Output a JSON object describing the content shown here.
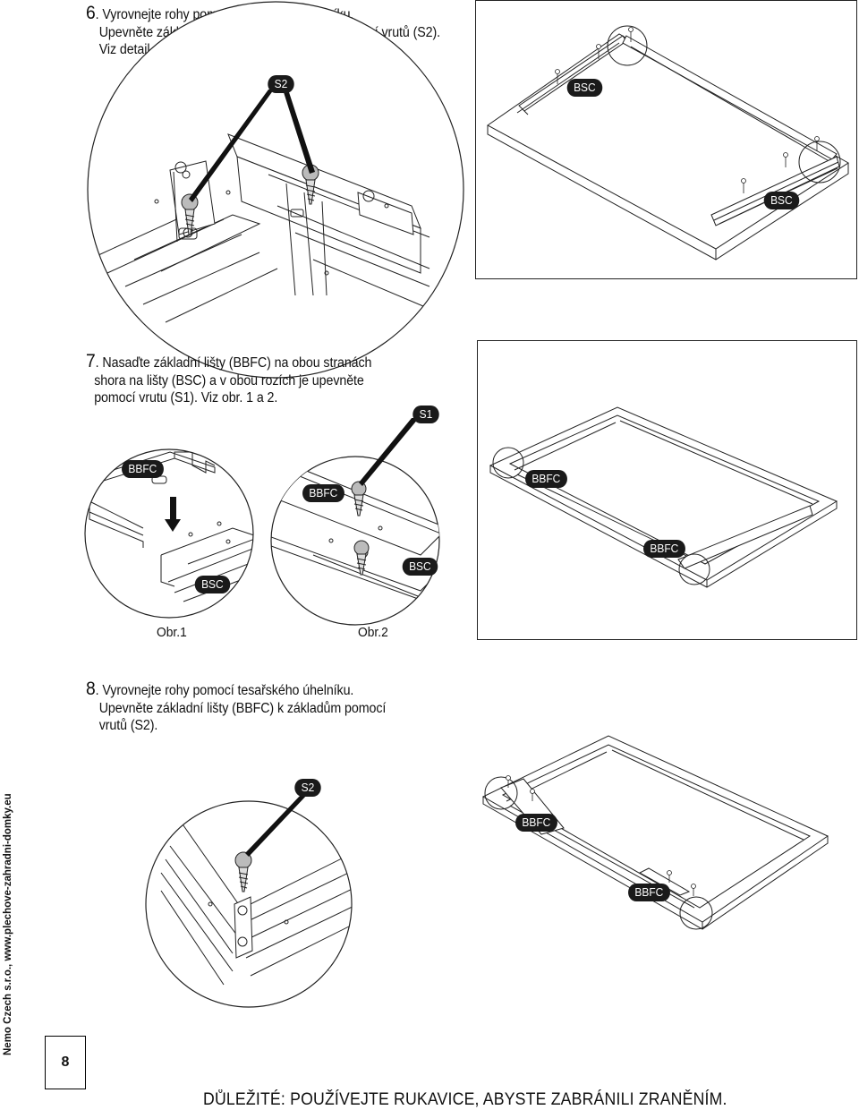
{
  "step6": {
    "number": "6",
    "line1": "Vyrovnejte rohy pomocí tesařského úhelníku.",
    "line2": "Upevněte základní lišty (BSC) k základům pomocí vrutů (S2).",
    "line3": "Viz detail.",
    "label_screw": "S2",
    "label_bsc_top": "BSC",
    "label_bsc_right": "BSC"
  },
  "step7": {
    "number": "7",
    "line1": "Nasaďte základní lišty (BBFC) na obou stranách",
    "line2": "shora na lišty (BSC) a v obou rozích je upevněte",
    "line3": "pomocí vrutu (S1). Viz obr. 1 a 2.",
    "label_screw": "S1",
    "label_bbfc_1": "BBFC",
    "label_bsc_1": "BSC",
    "label_bbfc_2": "BBFC",
    "label_bsc_2": "BSC",
    "label_bbfc_frame_top": "BBFC",
    "label_bbfc_frame_right": "BBFC",
    "caption_1": "Obr.1",
    "caption_2": "Obr.2"
  },
  "step8": {
    "number": "8",
    "line1": "Vyrovnejte rohy pomocí tesařského úhelníku.",
    "line2": "Upevněte základní lišty (BBFC) k základům pomocí",
    "line3": "vrutů (S2).",
    "label_screw": "S2",
    "label_bbfc_top": "BBFC",
    "label_bbfc_right": "BBFC"
  },
  "footer": {
    "company": "Nemo Czech s.r.o., www.plechove-zahradni-domky.eu",
    "page_number": "8",
    "warning": "DŮLEŽITÉ: POUŽÍVEJTE RUKAVICE, ABYSTE ZABRÁNILI ZRANĚNÍM."
  }
}
